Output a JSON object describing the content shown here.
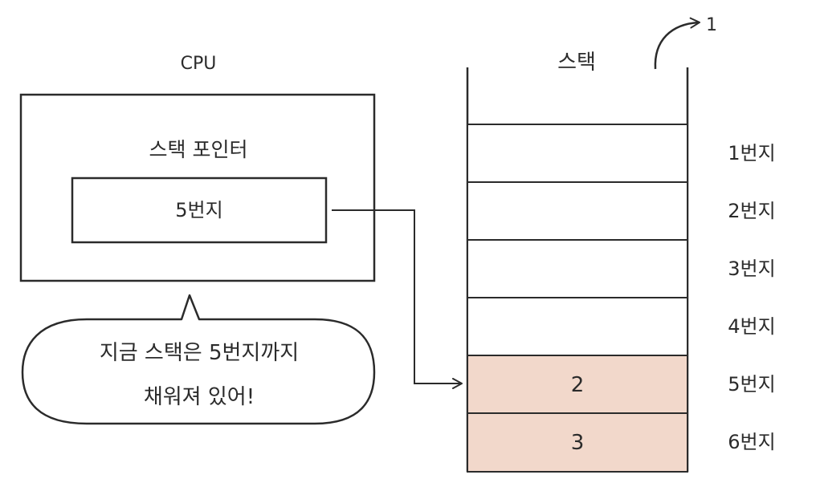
{
  "cpu": {
    "title": "CPU",
    "register_label": "스택 포인터",
    "register_value": "5번지"
  },
  "speech_bubble": {
    "line1": "지금 스택은 5번지까지",
    "line2": "채워져 있어!"
  },
  "stack": {
    "title": "스택",
    "pop_label": "1",
    "colors": {
      "filled": "#f2d8cb",
      "empty": "#ffffff",
      "ink": "#2b2b2b"
    },
    "slots": [
      {
        "address": "1번지",
        "value": "",
        "filled": false
      },
      {
        "address": "2번지",
        "value": "",
        "filled": false
      },
      {
        "address": "3번지",
        "value": "",
        "filled": false
      },
      {
        "address": "4번지",
        "value": "",
        "filled": false
      },
      {
        "address": "5번지",
        "value": "2",
        "filled": true
      },
      {
        "address": "6번지",
        "value": "3",
        "filled": true
      }
    ]
  }
}
